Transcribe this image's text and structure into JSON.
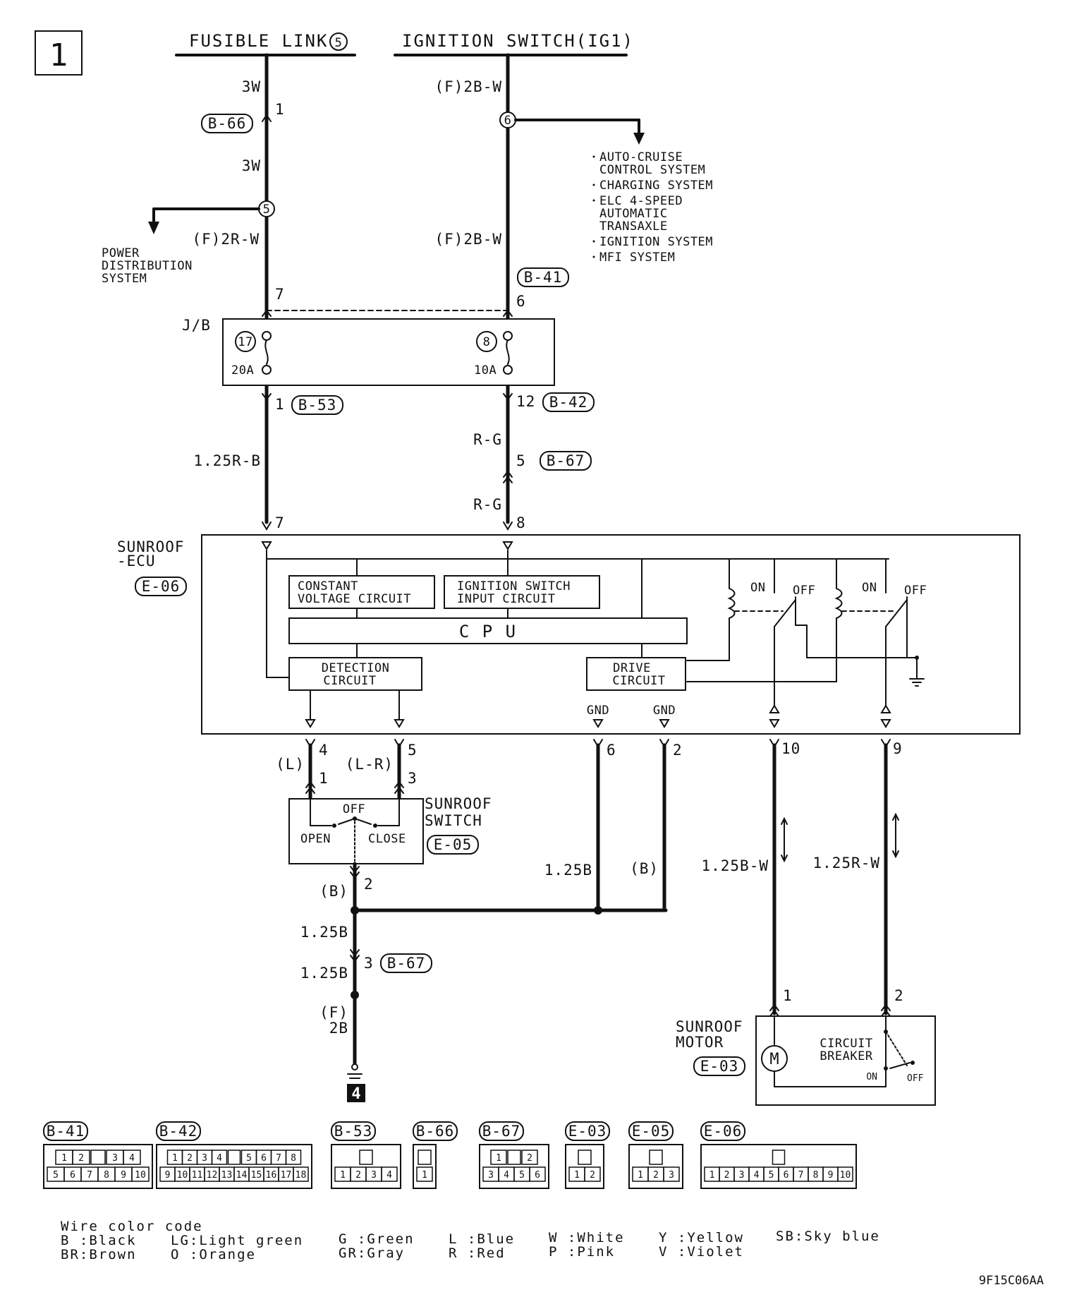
{
  "diagram": {
    "page_number": "1",
    "sources": {
      "fusible_link": "FUSIBLE LINK",
      "fusible_link_no": "5",
      "ignition_switch": "IGNITION SWITCH(IG1)"
    },
    "wires": {
      "left_3w_top": "3W",
      "left_3w_mid": "3W",
      "left_f2rw": "(F)2R-W",
      "right_f2bw_top": "(F)2B-W",
      "right_f2bw_mid": "(F)2B-W",
      "w_125rb": "1.25R-B",
      "w_rg_1": "R-G",
      "w_rg_2": "R-G",
      "w_l": "(L)",
      "w_lr": "(L-R)",
      "w_125b_gnd": "1.25B",
      "w_b_gnd": "(B)",
      "w_125bw": "1.25B-W",
      "w_125rw": "1.25R-W",
      "w_b_sw": "(B)",
      "w_125b_1": "1.25B",
      "w_125b_2": "1.25B",
      "w_f": "(F)",
      "w_2b": "2B"
    },
    "connectors": {
      "b66": "B-66",
      "b41": "B-41",
      "b53": "B-53",
      "b42": "B-42",
      "b67": "B-67",
      "b67_bot": "B-67",
      "e06": "E-06",
      "e05": "E-05",
      "e03": "E-03"
    },
    "splices": {
      "s5": "5",
      "s6": "6"
    },
    "pins": {
      "p1_b66": "1",
      "p7_jb": "7",
      "p6_jb": "6",
      "p1_b53": "1",
      "p12_b42": "12",
      "p5_b67": "5",
      "p7_ecu": "7",
      "p8_ecu": "8",
      "p4": "4",
      "p5": "5",
      "p6": "6",
      "p2": "2",
      "p10": "10",
      "p9": "9",
      "p1_sw": "1",
      "p3_sw": "3",
      "p2_sw": "2",
      "p3_b67": "3",
      "p1_m": "1",
      "p2_m": "2"
    },
    "power_distribution": "POWER DISTRIBUTION SYSTEM",
    "power_distribution_lines": [
      "POWER",
      "DISTRIBUTION",
      "SYSTEM"
    ],
    "systems_list": [
      "AUTO-CRUISE",
      "CONTROL SYSTEM",
      "CHARGING SYSTEM",
      "ELC 4-SPEED",
      "AUTOMATIC",
      "TRANSAXLE",
      "IGNITION SYSTEM",
      "MFI SYSTEM"
    ],
    "junction_block": {
      "label": "J/B",
      "fuse_left_no": "17",
      "fuse_left_amp": "20A",
      "fuse_right_no": "8",
      "fuse_right_amp": "10A"
    },
    "ecu": {
      "title_line1": "SUNROOF",
      "title_line2": "-ECU",
      "constant_voltage_1": "CONSTANT",
      "constant_voltage_2": "VOLTAGE CIRCUIT",
      "ign_input_1": "IGNITION SWITCH",
      "ign_input_2": "INPUT CIRCUIT",
      "cpu": "C P U",
      "detection_1": "DETECTION",
      "detection_2": "CIRCUIT",
      "drive_1": "DRIVE",
      "drive_2": "CIRCUIT",
      "on_1": "ON",
      "off_1": "OFF",
      "on_2": "ON",
      "off_2": "OFF",
      "gnd_1": "GND",
      "gnd_2": "GND"
    },
    "switch": {
      "title_line1": "SUNROOF",
      "title_line2": "SWITCH",
      "off": "OFF",
      "open": "OPEN",
      "close": "CLOSE"
    },
    "motor": {
      "title_line1": "SUNROOF",
      "title_line2": "MOTOR",
      "m": "M",
      "cb_1": "CIRCUIT",
      "cb_2": "BREAKER",
      "on": "ON",
      "off": "OFF"
    },
    "ground_ref": "4"
  },
  "connector_views": [
    {
      "name": "B-41",
      "pins": [
        "1",
        "2",
        "3",
        "4",
        "5",
        "6",
        "7",
        "8",
        "9",
        "10"
      ]
    },
    {
      "name": "B-42",
      "pins": [
        "1",
        "2",
        "3",
        "4",
        "5",
        "6",
        "7",
        "8",
        "9",
        "10",
        "11",
        "12",
        "13",
        "14",
        "15",
        "16",
        "17",
        "18"
      ]
    },
    {
      "name": "B-53",
      "pins": [
        "1",
        "2",
        "3",
        "4"
      ]
    },
    {
      "name": "B-66",
      "pins": [
        "1"
      ]
    },
    {
      "name": "B-67",
      "pins": [
        "1",
        "2",
        "3",
        "4",
        "5",
        "6"
      ]
    },
    {
      "name": "E-03",
      "pins": [
        "1",
        "2"
      ]
    },
    {
      "name": "E-05",
      "pins": [
        "1",
        "2",
        "3"
      ]
    },
    {
      "name": "E-06",
      "pins": [
        "1",
        "2",
        "3",
        "4",
        "5",
        "6",
        "7",
        "8",
        "9",
        "10"
      ]
    }
  ],
  "legend": {
    "title": "Wire color code",
    "col1": [
      "B :Black",
      "BR:Brown"
    ],
    "col2": [
      "LG:Light green",
      "O :Orange"
    ],
    "col3": [
      "G :Green",
      "GR:Gray"
    ],
    "col4": [
      "L :Blue",
      "R :Red"
    ],
    "col5": [
      "W :White",
      "P :Pink"
    ],
    "col6": [
      "Y :Yellow",
      "V :Violet"
    ],
    "col7": [
      "SB:Sky blue"
    ]
  },
  "footer_code": "9F15C06AA"
}
